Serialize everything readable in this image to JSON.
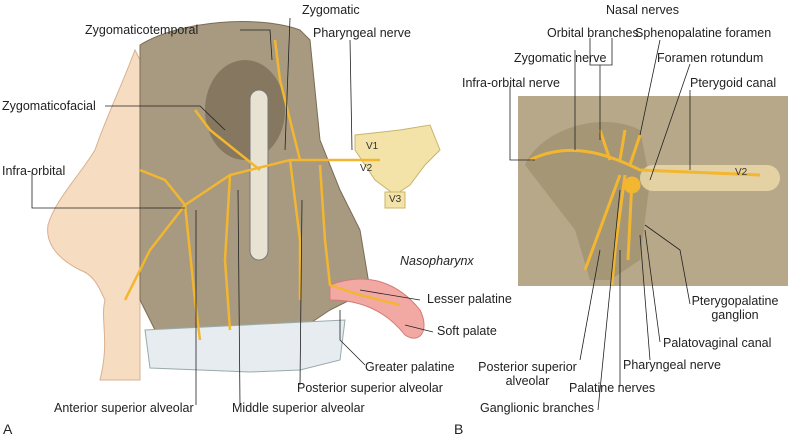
{
  "panel_a": {
    "letter": "A",
    "labels": {
      "zygomaticotemporal": "Zygomaticotemporal",
      "zygomatic": "Zygomatic",
      "pharyngeal_nerve": "Pharyngeal nerve",
      "zygomaticofacial": "Zygomaticofacial",
      "infra_orbital": "Infra-orbital",
      "nasopharynx": "Nasopharynx",
      "lesser_palatine": "Lesser palatine",
      "soft_palate": "Soft palate",
      "greater_palatine": "Greater palatine",
      "posterior_superior_alveolar": "Posterior superior alveolar",
      "middle_superior_alveolar": "Middle superior alveolar",
      "anterior_superior_alveolar": "Anterior superior alveolar",
      "v1": "V1",
      "v2": "V2",
      "v3": "V3"
    }
  },
  "panel_b": {
    "letter": "B",
    "labels": {
      "nasal_nerves": "Nasal nerves",
      "orbital_branches": "Orbital branches",
      "sphenopalatine_foramen": "Sphenopalatine foramen",
      "zygomatic_nerve": "Zygomatic nerve",
      "foramen_rotundum": "Foramen rotundum",
      "infra_orbital_nerve": "Infra-orbital nerve",
      "pterygoid_canal": "Pterygoid canal",
      "v2": "V2",
      "pterygopalatine_ganglion": "Pterygopalatine ganglion",
      "palatovaginal_canal": "Palatovaginal canal",
      "pharyngeal_nerve": "Pharyngeal nerve",
      "posterior_superior_alveolar": "Posterior superior alveolar",
      "palatine_nerves": "Palatine nerves",
      "ganglionic_branches": "Ganglionic branches"
    }
  },
  "colors": {
    "nerve": "#f2b630",
    "bone": "#a89a80",
    "skin": "#f6dcc0",
    "tongue": "#f2a9a4",
    "panel_bg": "#b7a88a"
  }
}
